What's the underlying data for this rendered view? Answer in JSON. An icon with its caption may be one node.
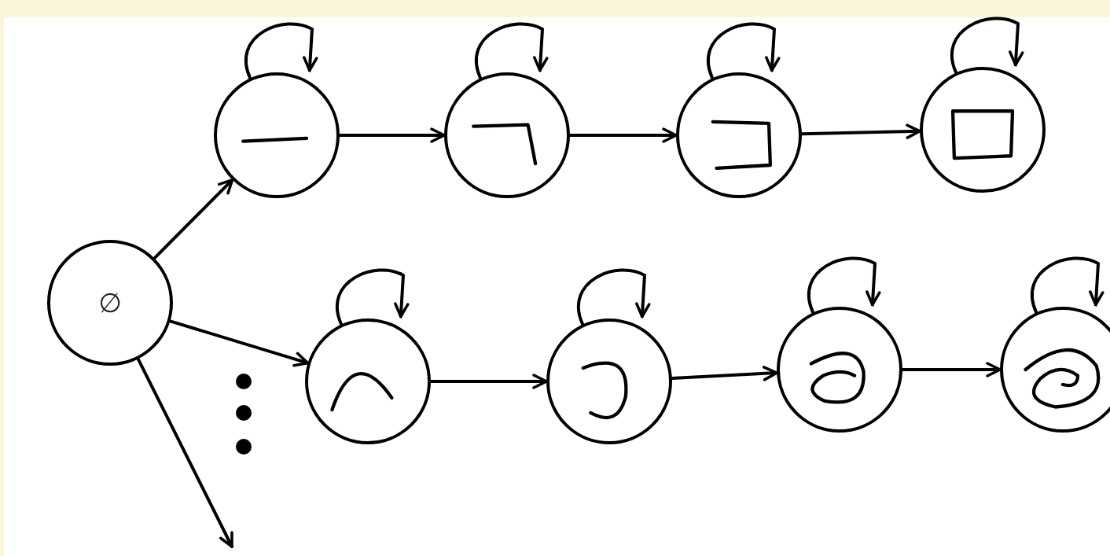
{
  "diagram": {
    "nodes": [
      {
        "text": [
          "∅"
        ]
      },
      {
        "text": [],
        "shape": "circle"
      },
      {
        "text": [],
        "shape": "circle"
      },
      {
        "text": [],
        "shape": "circle"
      },
      {
        "text": [],
        "shape": "circle"
      },
      {
        "text": [],
        "shape": "circle"
      },
      {
        "text": [],
        "shape": "circle"
      },
      {
        "text": [],
        "shape": "circle"
      },
      {
        "text": [],
        "shape": "circle"
      }
    ],
    "edges": [
      {
        "from": 0,
        "to": 1,
        "arrow": "to"
      },
      {
        "from": 1,
        "to": 1,
        "arrow": "to"
      },
      {
        "from": 1,
        "to": 2,
        "arrow": "to"
      },
      {
        "from": 2,
        "to": 2,
        "arrow": "to"
      },
      {
        "from": 2,
        "to": 3,
        "arrow": "to"
      },
      {
        "from": 3,
        "to": 3,
        "arrow": "to"
      },
      {
        "from": 3,
        "to": 4,
        "arrow": "to"
      },
      {
        "from": 4,
        "to": 4,
        "arrow": "to"
      },
      {
        "from": 0,
        "to": 5,
        "arrow": "to"
      },
      {
        "from": 5,
        "to": 5,
        "arrow": "to"
      },
      {
        "from": 5,
        "to": 6,
        "arrow": "to"
      },
      {
        "from": 6,
        "to": 6,
        "arrow": "to"
      },
      {
        "from": 6,
        "to": 7,
        "arrow": "to"
      },
      {
        "from": 7,
        "to": 7,
        "arrow": "to"
      },
      {
        "from": 7,
        "to": 8,
        "arrow": "to"
      },
      {
        "from": 8,
        "to": 8,
        "arrow": "to"
      },
      {
        "from": 0,
        "to": null,
        "arrow": "to"
      }
    ]
  }
}
